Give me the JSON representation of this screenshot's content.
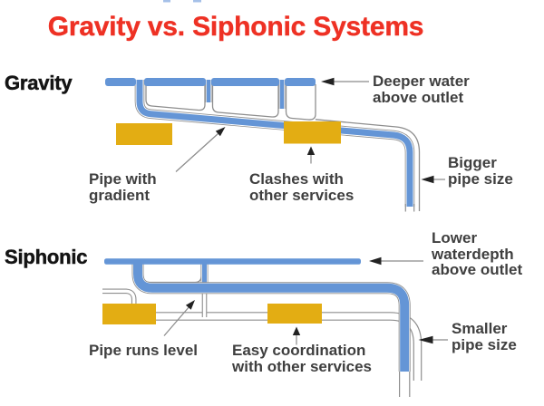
{
  "title": "Gravity vs. Siphonic Systems",
  "colors": {
    "title_red": "#ee3124",
    "water_blue": "#6495d6",
    "pipe_outline_gray": "#8e8e8e",
    "service_yellow": "#e3ad13",
    "label_text": "#3f3f3f",
    "heading_text": "#141414"
  },
  "gravity": {
    "heading": "Gravity",
    "labels": {
      "deeper_water": "Deeper water above outlet",
      "pipe_gradient": "Pipe with gradient",
      "clashes": "Clashes with other services",
      "bigger_pipe": "Bigger pipe size"
    }
  },
  "siphonic": {
    "heading": "Siphonic",
    "labels": {
      "lower_water": "Lower waterdepth above outlet",
      "runs_level": "Pipe runs level",
      "easy_coordination": "Easy coordination with other services",
      "smaller_pipe": "Smaller pipe size"
    }
  }
}
